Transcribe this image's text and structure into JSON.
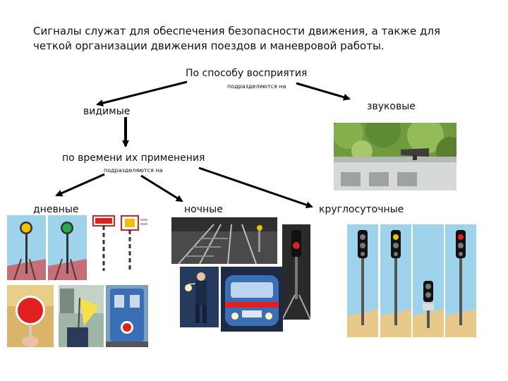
{
  "intro_text": "Сигналы служат для обеспечения безопасности движения, а также для четкой организации движения поездов и маневровой работы.",
  "root": {
    "label": "По способу восприятия",
    "note": "подразделяются на"
  },
  "branches": {
    "visible": "видимые",
    "audible": "звуковые"
  },
  "time_node": {
    "label": "по времени их применения",
    "note": "подразделяются на"
  },
  "categories": {
    "day": "дневные",
    "night": "ночные",
    "round": "круглосуточные"
  },
  "colors": {
    "arrow": "#000000",
    "sky": "#9fd3ec",
    "signal_red": "#e02020",
    "signal_green": "#2aa84a",
    "signal_yellow": "#f2c200",
    "flag_yellow": "#f4e04a",
    "train_blue": "#3a6fb5"
  },
  "icons": [
    "horn-icon",
    "semaphore-icon",
    "disc-icon",
    "flag-icon",
    "lantern-icon",
    "light-signal-icon"
  ]
}
